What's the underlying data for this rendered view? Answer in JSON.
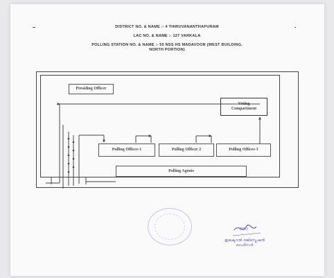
{
  "header": {
    "district": "DISTRICT NO. & NAME :- 4 THIRUVANANTHAPURAM",
    "lac": "LAC NO. & NAME :- 127 VARKALA",
    "polling_station_line1": "POLLING STATION NO. & NAME :- 55 NSS HS MADAVOOR (WEST BUILDING,",
    "polling_station_line2": "NORTH PORTION)"
  },
  "layout_plan": {
    "presiding_officer": "Presiding Officer",
    "voting_compartment_line1": "Voting",
    "voting_compartment_line2": "Compartment",
    "polling_officer_1": "Polling Officer-1",
    "polling_officer_2": "Polling Officer 2",
    "polling_officer_3": "Polling Officer-3",
    "polling_agents": "Polling Agents"
  },
  "signature": {
    "sign_text": "ERO",
    "stamp_text": "ഇലക്ടറൽ രജിസ്ട്രേഷൻ ഓഫീസർ"
  },
  "colors": {
    "paper": "#fafafb",
    "ink": "#444444",
    "seal": "#c4c4e8",
    "stamp": "#7a6fa8"
  }
}
